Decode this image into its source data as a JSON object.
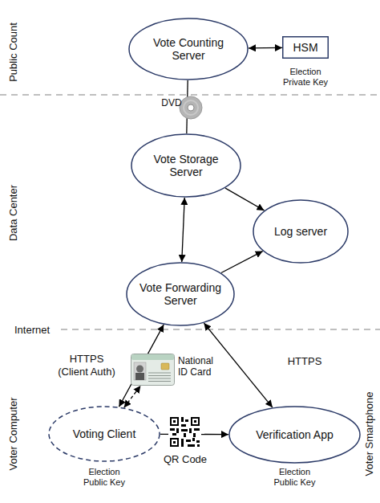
{
  "diagram": {
    "nodes": [
      {
        "text": [
          "Vote Counting Server"
        ]
      },
      {
        "text": [
          "HSM",
          "Election Private Key"
        ]
      },
      {
        "text": [
          "Vote Storage Server"
        ]
      },
      {
        "text": [
          "Log server"
        ]
      },
      {
        "text": [
          "Vote Forwarding Server"
        ]
      },
      {
        "text": [
          "National ID Card"
        ]
      },
      {
        "text": [
          "Voting Client",
          "Election Public Key"
        ]
      },
      {
        "text": [
          "Verification App",
          "Election Public Key"
        ]
      }
    ],
    "edges": [
      {
        "from": 0,
        "to": 1,
        "arrow": "both"
      },
      {
        "from": 2,
        "to": 0,
        "arrow": "none"
      },
      {
        "from": 2,
        "to": 3,
        "arrow": "to"
      },
      {
        "from": 2,
        "to": 4,
        "arrow": "both"
      },
      {
        "from": 4,
        "to": 3,
        "arrow": "to"
      },
      {
        "from": 4,
        "to": 6,
        "label": "HTTPS (Client Auth)",
        "arrow": "both"
      },
      {
        "from": 4,
        "to": 7,
        "label": "HTTPS",
        "arrow": "both"
      },
      {
        "from": 6,
        "to": 5,
        "arrow": "both"
      },
      {
        "from": 6,
        "to": 7,
        "label": "QR Code",
        "arrow": "to"
      }
    ],
    "labels": [
      "Public Count",
      "DVD",
      "Data Center",
      "Internet",
      "Voter Computer",
      "Voter Smartphone"
    ]
  }
}
